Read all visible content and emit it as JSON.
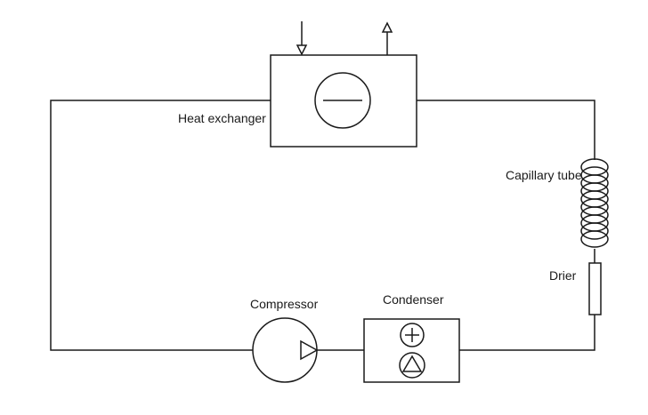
{
  "labels": {
    "heat_exchanger": "Heat exchanger",
    "capillary_tube": "Capillary tube",
    "drier": "Drier",
    "compressor": "Compressor",
    "condenser": "Condenser"
  },
  "icons": {
    "heat_exchanger_symbol": "minus-in-circle-icon",
    "condenser_symbol_top": "plus-in-circle-icon",
    "condenser_symbol_bottom": "triangle-in-circle-icon",
    "compressor_symbol": "pump-triangle-icon",
    "inlet_arrow": "arrow-down-icon",
    "outlet_arrow": "arrow-up-icon",
    "capillary": "coil-icon"
  }
}
